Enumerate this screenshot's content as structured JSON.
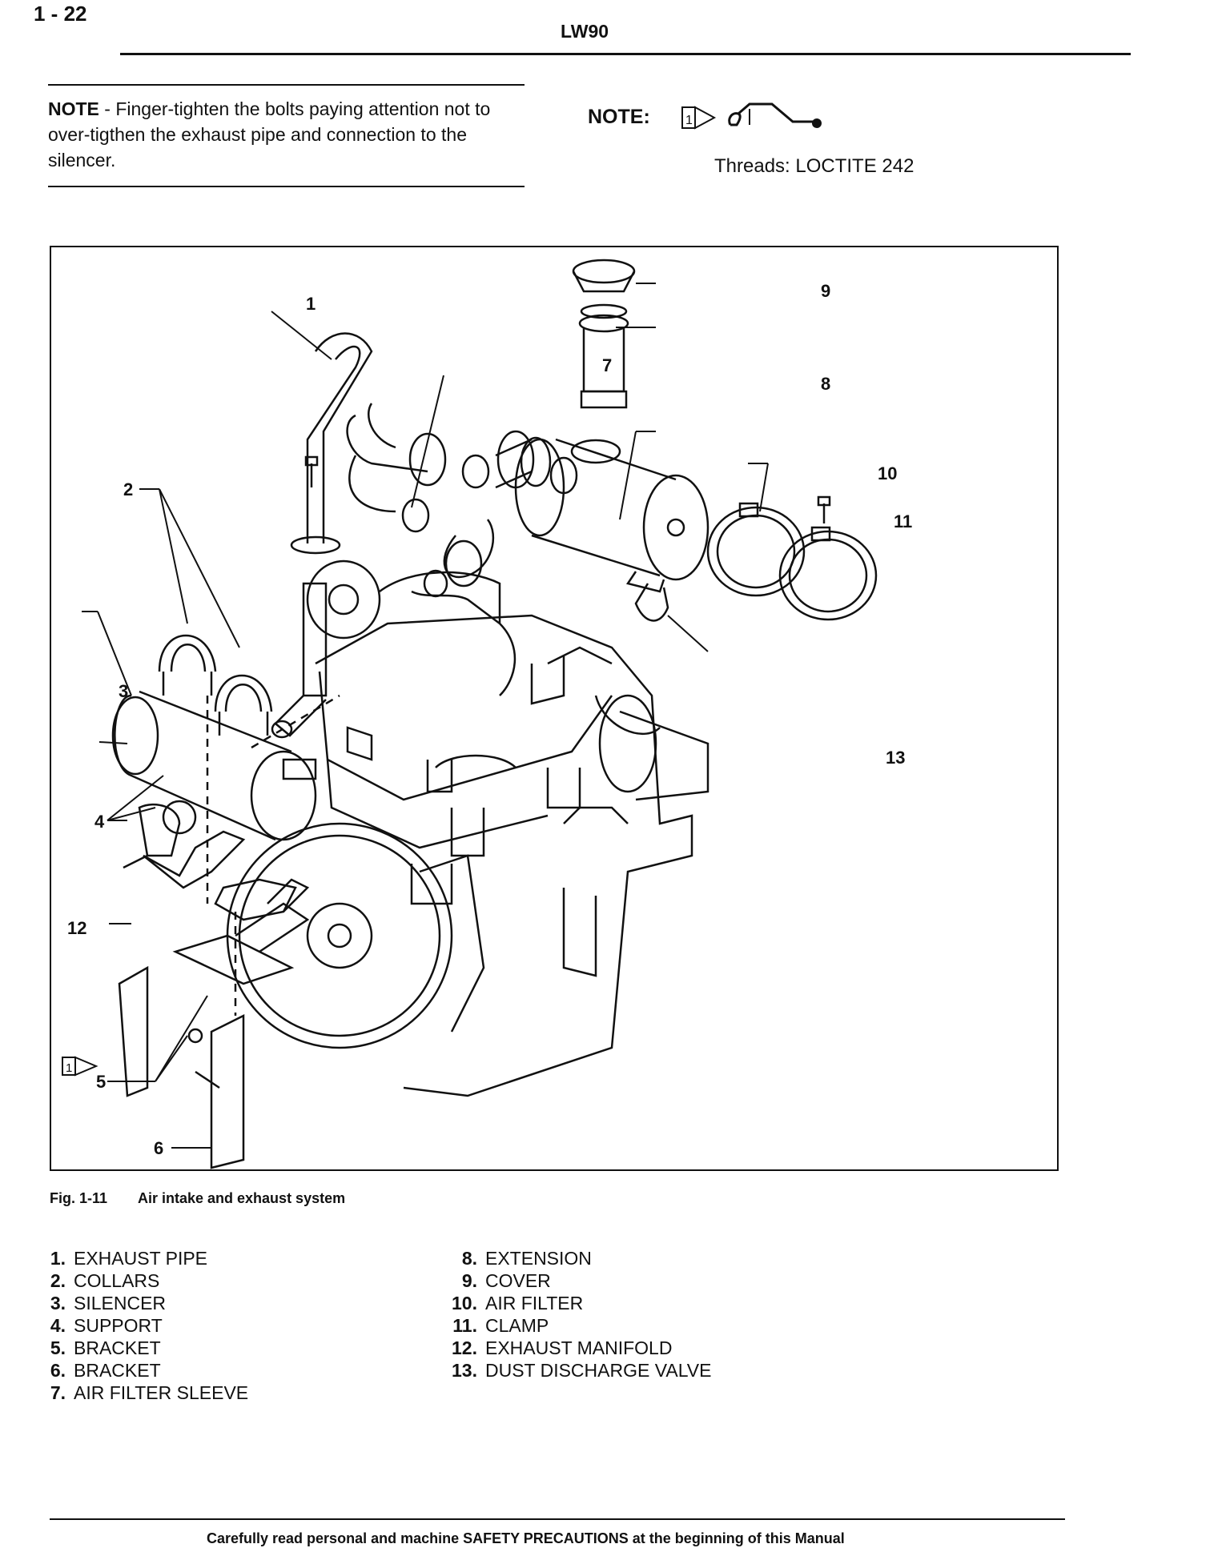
{
  "header": {
    "page_number": "1 - 22",
    "doc_code": "LW90"
  },
  "note_left": {
    "label": "NOTE",
    "text": " - Finger-tighten the bolts paying attention not to over-tigthen the exhaust pipe and connection to the silencer."
  },
  "note_right": {
    "label": "NOTE:",
    "symbol_number": "1",
    "threads": "Threads: LOCTITE 242"
  },
  "figure": {
    "callouts": [
      "1",
      "2",
      "3",
      "4",
      "5",
      "6",
      "7",
      "8",
      "9",
      "10",
      "11",
      "12",
      "13"
    ],
    "reference_symbol": "1",
    "caption_number": "Fig. 1-11",
    "caption_title": "Air intake and exhaust  system"
  },
  "legend": {
    "left": [
      {
        "num": "1.",
        "label": "EXHAUST PIPE"
      },
      {
        "num": "2.",
        "label": "COLLARS"
      },
      {
        "num": "3.",
        "label": "SILENCER"
      },
      {
        "num": "4.",
        "label": "SUPPORT"
      },
      {
        "num": "5.",
        "label": "BRACKET"
      },
      {
        "num": "6.",
        "label": "BRACKET"
      },
      {
        "num": "7.",
        "label": "AIR FILTER SLEEVE"
      }
    ],
    "right": [
      {
        "num": "8.",
        "label": "EXTENSION"
      },
      {
        "num": "9.",
        "label": "COVER"
      },
      {
        "num": "10.",
        "label": "AIR FILTER"
      },
      {
        "num": "11.",
        "label": "CLAMP"
      },
      {
        "num": "12.",
        "label": "EXHAUST MANIFOLD"
      },
      {
        "num": "13.",
        "label": "DUST DISCHARGE VALVE"
      }
    ]
  },
  "footer": {
    "text": "Carefully read personal and machine SAFETY PRECAUTIONS at the beginning of this Manual"
  }
}
